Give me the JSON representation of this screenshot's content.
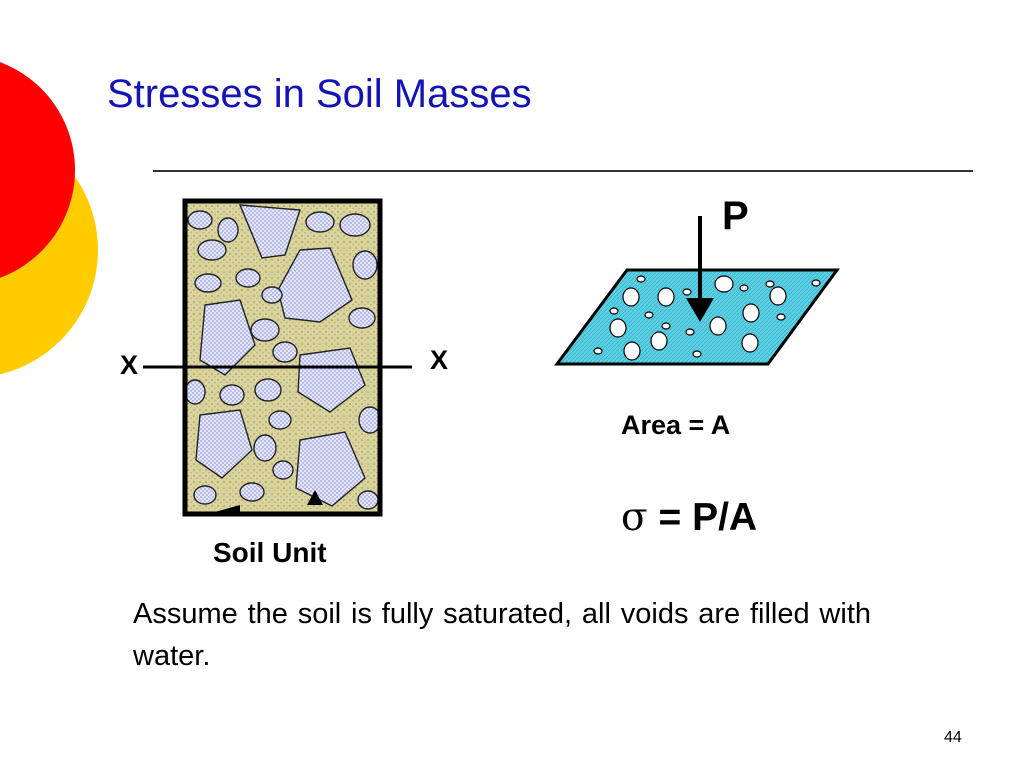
{
  "slide": {
    "title": "Stresses in Soil Masses",
    "page_number": "44"
  },
  "soil_unit": {
    "cut_label_left": "X",
    "cut_label_right": "X",
    "caption": "Soil Unit"
  },
  "stress_element": {
    "load_label": "P",
    "area_label": "Area = A",
    "formula_symbol": "σ",
    "formula_rest": " = P/A"
  },
  "body_text": "Assume the soil is fully saturated, all voids are filled with water.",
  "colors": {
    "title": "#1414b4",
    "deco_red": "#ff0000",
    "deco_yellow": "#ffcc00",
    "plate_fill": "#5cd1e6",
    "grain_fill": "#dde0ff",
    "matrix_fill": "#d8d29c"
  }
}
